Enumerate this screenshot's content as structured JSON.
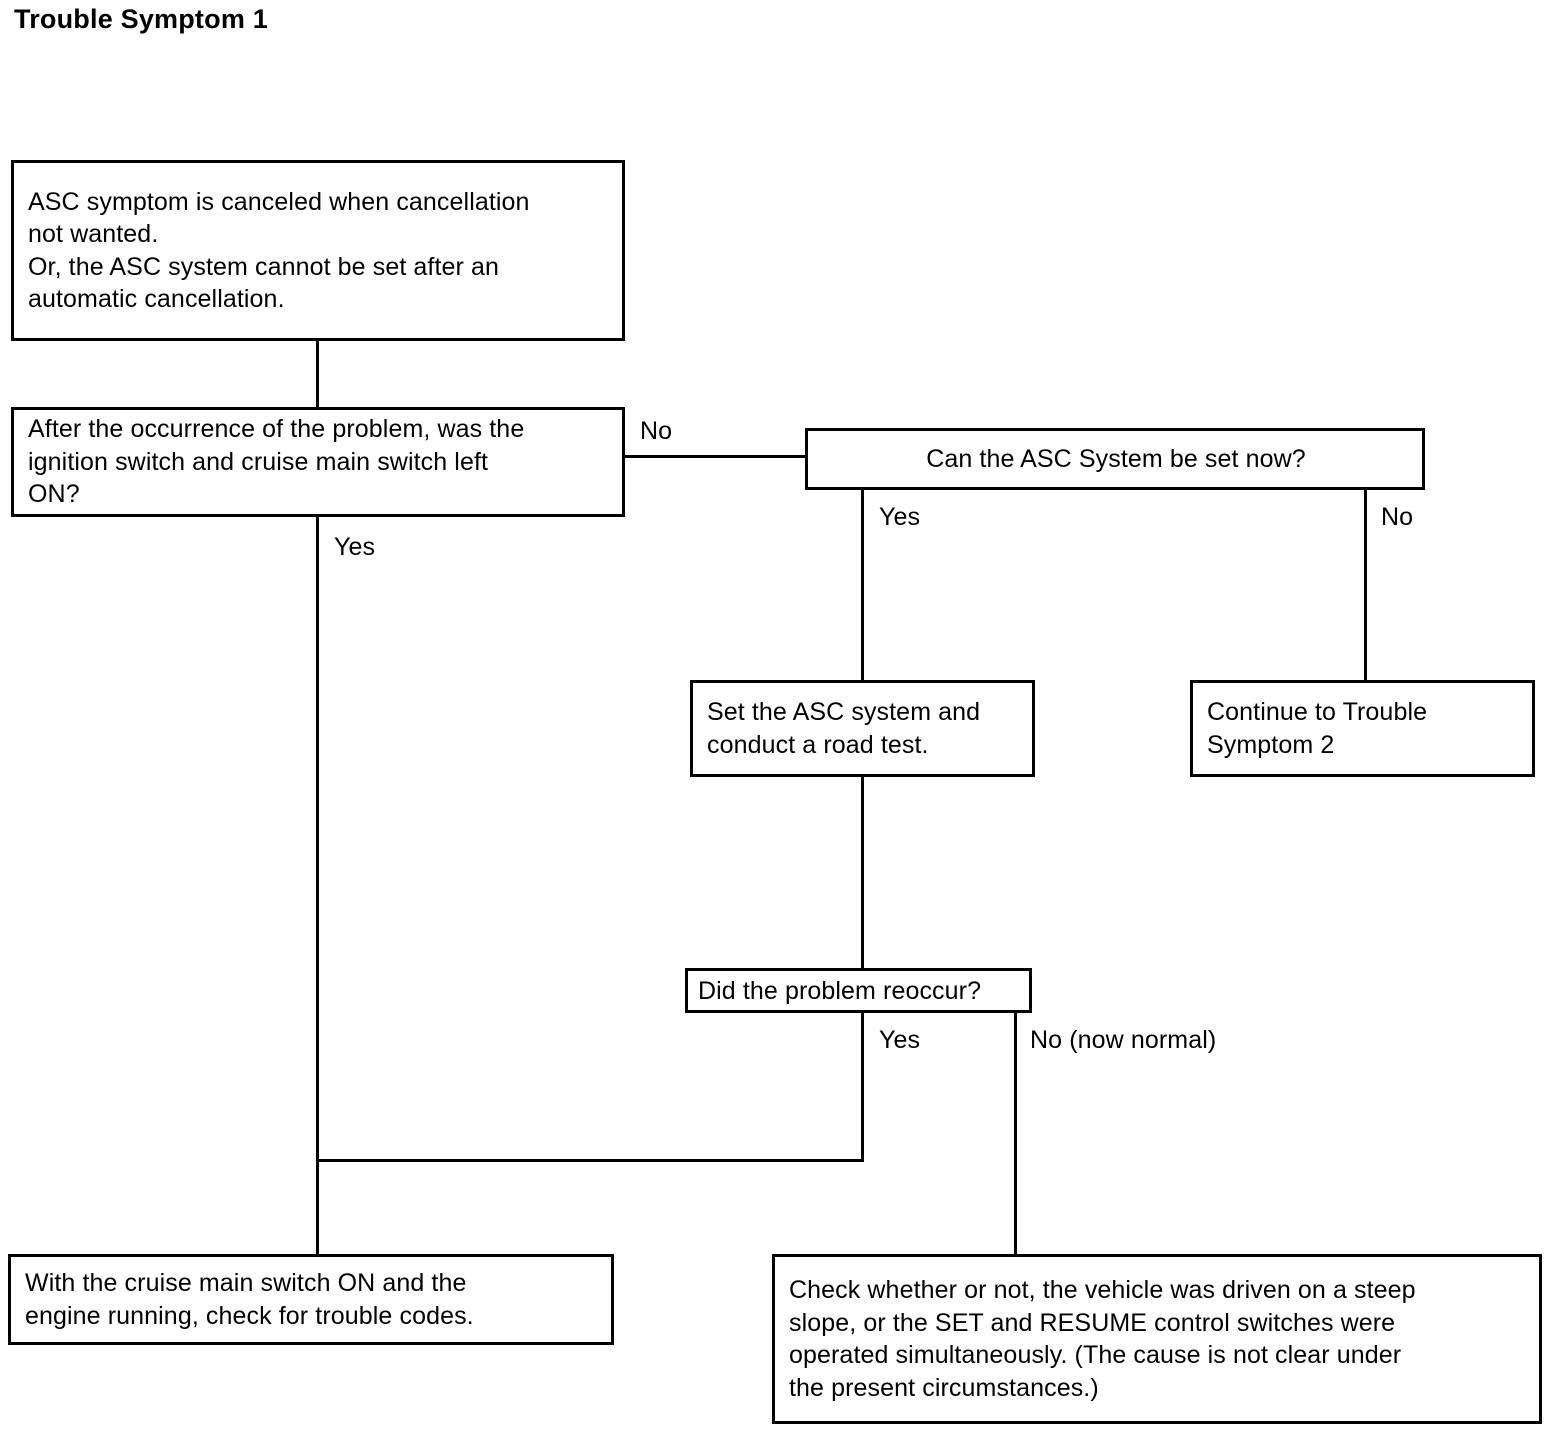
{
  "title": "Trouble Symptom 1",
  "chart_data": {
    "type": "diagram",
    "subtype": "flowchart",
    "title": "Trouble Symptom 1",
    "nodes": [
      {
        "id": "symptom",
        "kind": "start",
        "lines": [
          "ASC symptom is canceled when cancellation",
          "not wanted.",
          "Or, the ASC system cannot be set after an",
          "automatic cancellation."
        ]
      },
      {
        "id": "q_ignition",
        "kind": "decision",
        "lines": [
          "After the occurrence of the problem, was the",
          "ignition switch and cruise main switch left",
          "ON?"
        ]
      },
      {
        "id": "q_can_set",
        "kind": "decision",
        "lines": [
          "Can the ASC System be set now?"
        ]
      },
      {
        "id": "set_road_test",
        "kind": "process",
        "lines": [
          "Set the ASC system and",
          "conduct a road test."
        ]
      },
      {
        "id": "continue_ts2",
        "kind": "terminal",
        "lines": [
          "Continue  to  Trouble",
          "Symptom 2"
        ]
      },
      {
        "id": "q_reoccur",
        "kind": "decision",
        "lines": [
          "Did the problem reoccur?"
        ]
      },
      {
        "id": "trouble_codes",
        "kind": "terminal",
        "lines": [
          "With  the  cruise  main  switch  ON  and  the",
          "engine running, check for trouble codes."
        ]
      },
      {
        "id": "check_steep_slope",
        "kind": "terminal",
        "lines": [
          "Check whether or not, the vehicle was driven on a steep",
          "slope, or the SET and RESUME control switches were",
          "operated simultaneously. (The cause is not clear under",
          "the present circumstances.)"
        ]
      }
    ],
    "edges": [
      {
        "from": "symptom",
        "to": "q_ignition",
        "label": ""
      },
      {
        "from": "q_ignition",
        "to": "q_can_set",
        "label": "No"
      },
      {
        "from": "q_ignition",
        "to": "trouble_codes",
        "label": "Yes"
      },
      {
        "from": "q_can_set",
        "to": "set_road_test",
        "label": "Yes"
      },
      {
        "from": "q_can_set",
        "to": "continue_ts2",
        "label": "No"
      },
      {
        "from": "set_road_test",
        "to": "q_reoccur",
        "label": ""
      },
      {
        "from": "q_reoccur",
        "to": "trouble_codes",
        "label": "Yes"
      },
      {
        "from": "q_reoccur",
        "to": "check_steep_slope",
        "label": "No (now normal)"
      }
    ],
    "edge_labels": {
      "ignition_no": "No",
      "ignition_yes": "Yes",
      "canset_yes": "Yes",
      "canset_no": "No",
      "reoccur_yes": "Yes",
      "reoccur_no": "No (now normal)"
    },
    "colors": {
      "stroke": "#000000",
      "fill": "#ffffff",
      "text": "#000000"
    }
  },
  "boxes": {
    "symptom": {
      "l1": "ASC symptom is canceled when cancellation",
      "l2": "not wanted.",
      "l3": "Or, the ASC system cannot be set after an",
      "l4": "automatic cancellation."
    },
    "q_ignition": {
      "l1": "After the occurrence of the problem, was the",
      "l2": "ignition switch and cruise main switch left",
      "l3": "ON?"
    },
    "q_can_set": {
      "l1": "Can the ASC System be set now?"
    },
    "set_road_test": {
      "l1": "Set the ASC system and",
      "l2": "conduct a road test."
    },
    "continue_ts2": {
      "l1": "Continue  to  Trouble",
      "l2": "Symptom 2"
    },
    "q_reoccur": {
      "l1": "Did the problem reoccur?"
    },
    "trouble_codes": {
      "l1": "With  the  cruise  main  switch  ON  and  the",
      "l2": "engine running, check for trouble codes."
    },
    "check_steep_slope": {
      "l1": "Check whether or not, the vehicle was driven on a steep",
      "l2": "slope, or the SET and RESUME control switches were",
      "l3": "operated simultaneously. (The cause is not clear under",
      "l4": "the present circumstances.)"
    }
  },
  "labels": {
    "ignition_no": "No",
    "ignition_yes": "Yes",
    "canset_yes": "Yes",
    "canset_no": "No",
    "reoccur_yes": "Yes",
    "reoccur_no": "No (now normal)"
  }
}
